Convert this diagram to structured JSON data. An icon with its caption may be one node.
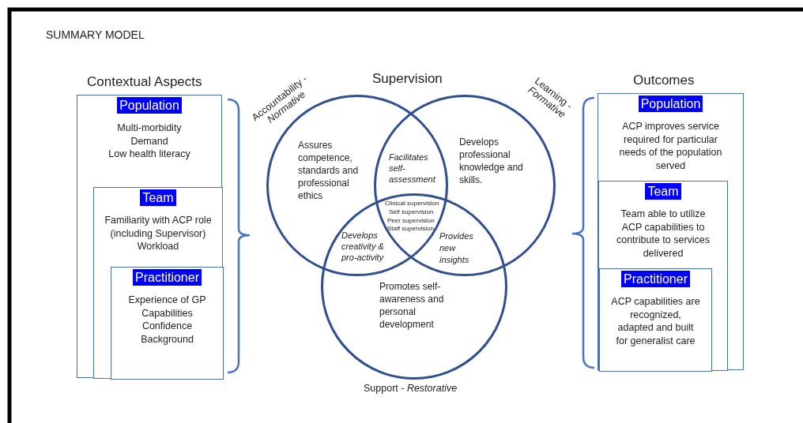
{
  "diagram": {
    "nodes": [
      {
        "text": [
          "Population",
          "Multi-morbidity",
          "Demand",
          "Low health literacy"
        ]
      },
      {
        "text": [
          "Team",
          "Familiarity with ACP role",
          "(including Supervisor)",
          "Workload"
        ],
        "in": 0
      },
      {
        "text": [
          "Practitioner",
          "Experience of GP",
          "Capabilities",
          "Confidence",
          "Background"
        ],
        "in": 1
      },
      {
        "text": [
          "Accountability - *Normative*",
          "Assures competence, standards and professional ethics"
        ]
      },
      {
        "text": [
          "Learning - *Formative*",
          "Develops professional knowledge and skills."
        ]
      },
      {
        "text": [
          "Promotes self-awareness and personal development",
          "Support - *Restorative*"
        ]
      },
      {
        "text": [
          "Population",
          "ACP improves service required for particular needs of the population served"
        ]
      },
      {
        "text": [
          "Team",
          "Team able to utilize ACP capabilities to contribute to services delivered"
        ],
        "in": 6
      },
      {
        "text": [
          "Practitioner",
          "ACP capabilities are recognized, adapted and built for generalist care"
        ],
        "in": 7
      }
    ],
    "edges": [],
    "labels": [
      "SUMMARY MODEL",
      "Contextual Aspects",
      "Supervision",
      "Outcomes",
      "Facilitates self-assessment",
      "Clinical supervision",
      "Self supervision",
      "Peer supervision",
      "Staff supervision",
      "Develops creativity & pro-activity",
      "Provides new insights"
    ]
  }
}
